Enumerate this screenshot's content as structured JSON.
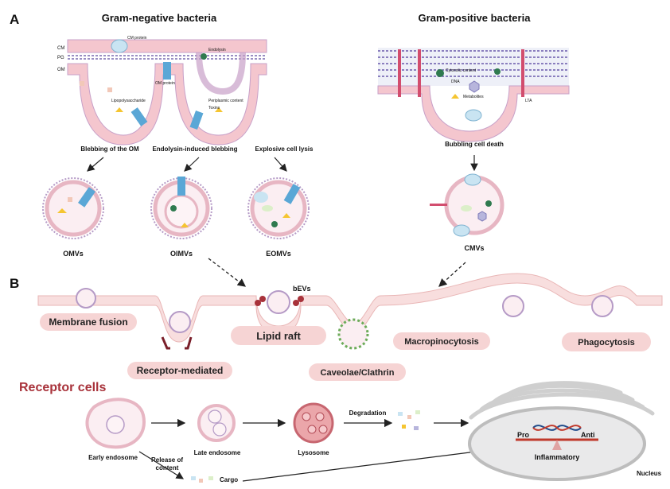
{
  "panel_a": {
    "letter": "A",
    "gram_negative": {
      "title": "Gram-negative bacteria",
      "layers": [
        "CM",
        "PG",
        "OM"
      ],
      "labels": {
        "cm_protein": "CM protein",
        "endolysin": "Endolysin",
        "om_protein": "OM protein",
        "lps": "Lipopolysaccharide",
        "periplasmic": "Periplasmic content",
        "toxins": "Toxins"
      },
      "mechanisms": [
        "Blebbing of the OM",
        "Endolysin-induced blebbing",
        "Explosive cell lysis"
      ],
      "vesicles": [
        "OMVs",
        "OIMVs",
        "EOMVs"
      ]
    },
    "gram_positive": {
      "title": "Gram-positive bacteria",
      "labels": {
        "cytosolic": "Cytosolic content",
        "dna": "DNA",
        "metabolites": "Metabolites",
        "lta": "LTA"
      },
      "mechanism": "Bubbling cell death",
      "vesicle": "CMVs"
    }
  },
  "panel_b": {
    "letter": "B",
    "bevs": "bEVs",
    "pathways": [
      "Membrane fusion",
      "Receptor-mediated",
      "Lipid raft",
      "Caveolae/Clathrin",
      "Macropinocytosis",
      "Phagocytosis"
    ],
    "receptor_title": "Receptor cells",
    "stages": {
      "early": "Early endosome",
      "late": "Late endosome",
      "lysosome": "Lysosome",
      "degradation": "Degradation",
      "release": [
        "Release of",
        "content"
      ],
      "cargo": "Cargo",
      "nucleus": "Nucleus",
      "pro": "Pro",
      "anti": "Anti",
      "inflammatory": "Inflammatory"
    }
  },
  "colors": {
    "membrane": "#f4c6ce",
    "membrane_edge": "#c7a0c8",
    "pill": "#f6d4d4",
    "accent_red": "#a8323a",
    "protein_blue": "#5aa7d6"
  }
}
